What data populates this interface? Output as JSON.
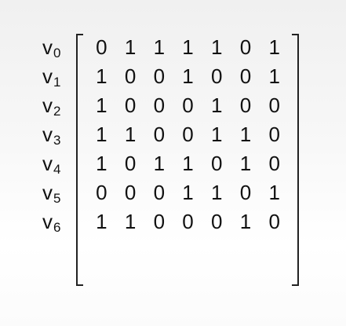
{
  "row_labels": [
    {
      "base": "v",
      "sub": "0"
    },
    {
      "base": "v",
      "sub": "1"
    },
    {
      "base": "v",
      "sub": "2"
    },
    {
      "base": "v",
      "sub": "3"
    },
    {
      "base": "v",
      "sub": "4"
    },
    {
      "base": "v",
      "sub": "5"
    },
    {
      "base": "v",
      "sub": "6"
    }
  ],
  "matrix": [
    [
      "0",
      "1",
      "1",
      "1",
      "1",
      "0",
      "1"
    ],
    [
      "1",
      "0",
      "0",
      "1",
      "0",
      "0",
      "1"
    ],
    [
      "1",
      "0",
      "0",
      "0",
      "1",
      "0",
      "0"
    ],
    [
      "1",
      "1",
      "0",
      "0",
      "1",
      "1",
      "0"
    ],
    [
      "1",
      "0",
      "1",
      "1",
      "0",
      "1",
      "0"
    ],
    [
      "0",
      "0",
      "0",
      "1",
      "1",
      "0",
      "1"
    ],
    [
      "1",
      "1",
      "0",
      "0",
      "0",
      "1",
      "0"
    ]
  ]
}
